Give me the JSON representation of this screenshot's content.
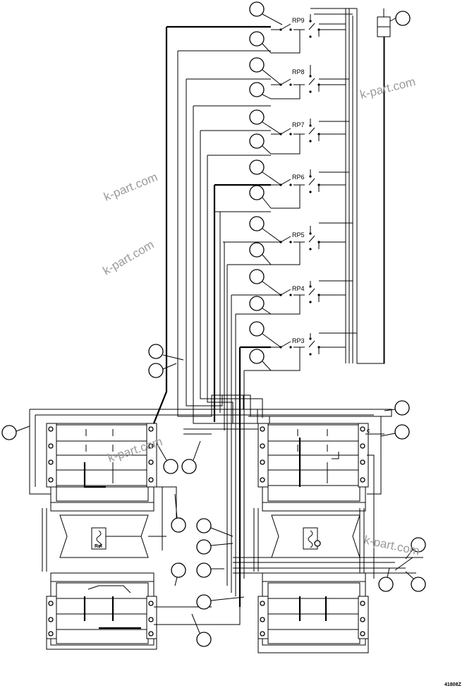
{
  "relay_labels": [
    "RP9",
    "RP8",
    "RP7",
    "RP6",
    "RP5",
    "RP4",
    "RP3"
  ],
  "watermarks": [
    "k-part.com",
    "k-part.com",
    "k-part.com",
    "k-part.com",
    "k-part.com"
  ],
  "drawing_number": "41808Z",
  "small_marks": {
    "c_mark": "c",
    "rel_tag": "Rel"
  },
  "colors": {
    "line": "#000000",
    "watermark": "#9a9a9a",
    "background": "#ffffff"
  }
}
